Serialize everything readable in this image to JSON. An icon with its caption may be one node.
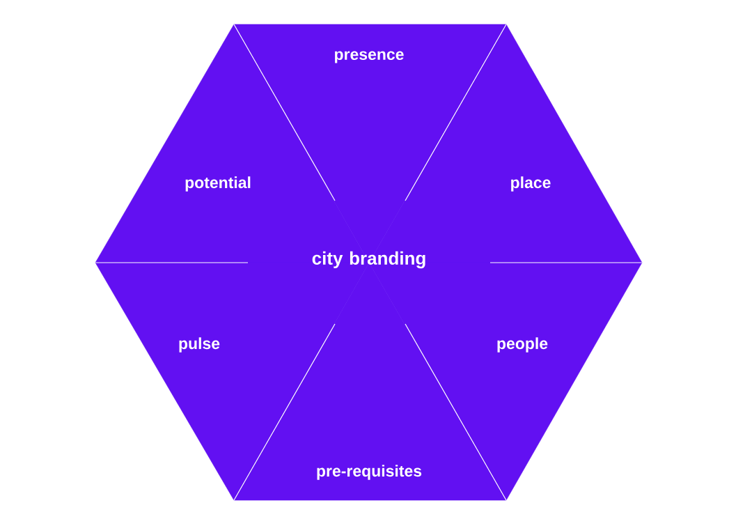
{
  "diagram": {
    "nodes": [
      {
        "text": [
          "presence"
        ]
      },
      {
        "text": [
          "potential"
        ]
      },
      {
        "text": [
          "place"
        ]
      },
      {
        "text": [
          "pulse"
        ]
      },
      {
        "text": [
          "people"
        ]
      },
      {
        "text": [
          "pre-requisites"
        ]
      }
    ],
    "labels": [
      "city branding"
    ]
  }
}
